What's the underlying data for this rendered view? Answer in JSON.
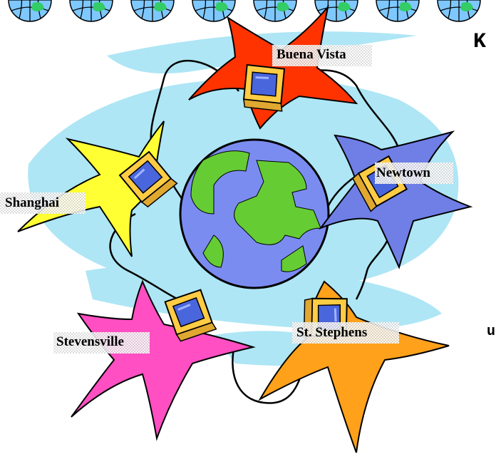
{
  "title_fragment": "K",
  "edge_fragment": "u",
  "nodes": [
    {
      "id": "buena-vista",
      "label": "Buena Vista",
      "color": "#ff3300"
    },
    {
      "id": "newtown",
      "label": "Newtown",
      "color": "#6f7fe6"
    },
    {
      "id": "st-stephens",
      "label": "St. Stephens",
      "color": "#ffa11a"
    },
    {
      "id": "stevensville",
      "label": "Stevensville",
      "color": "#ff4fc2"
    },
    {
      "id": "shanghai",
      "label": "Shanghai",
      "color": "#ffff33"
    }
  ],
  "colors": {
    "ocean": "#7b8cf0",
    "land": "#66cc33",
    "swirl": "#aee6f5",
    "globe_border_icon": "#55cc88",
    "computer_body": "#ffcc44",
    "computer_screen": "#4a66dd"
  },
  "icons": [
    "globe-icon",
    "computer-icon"
  ]
}
